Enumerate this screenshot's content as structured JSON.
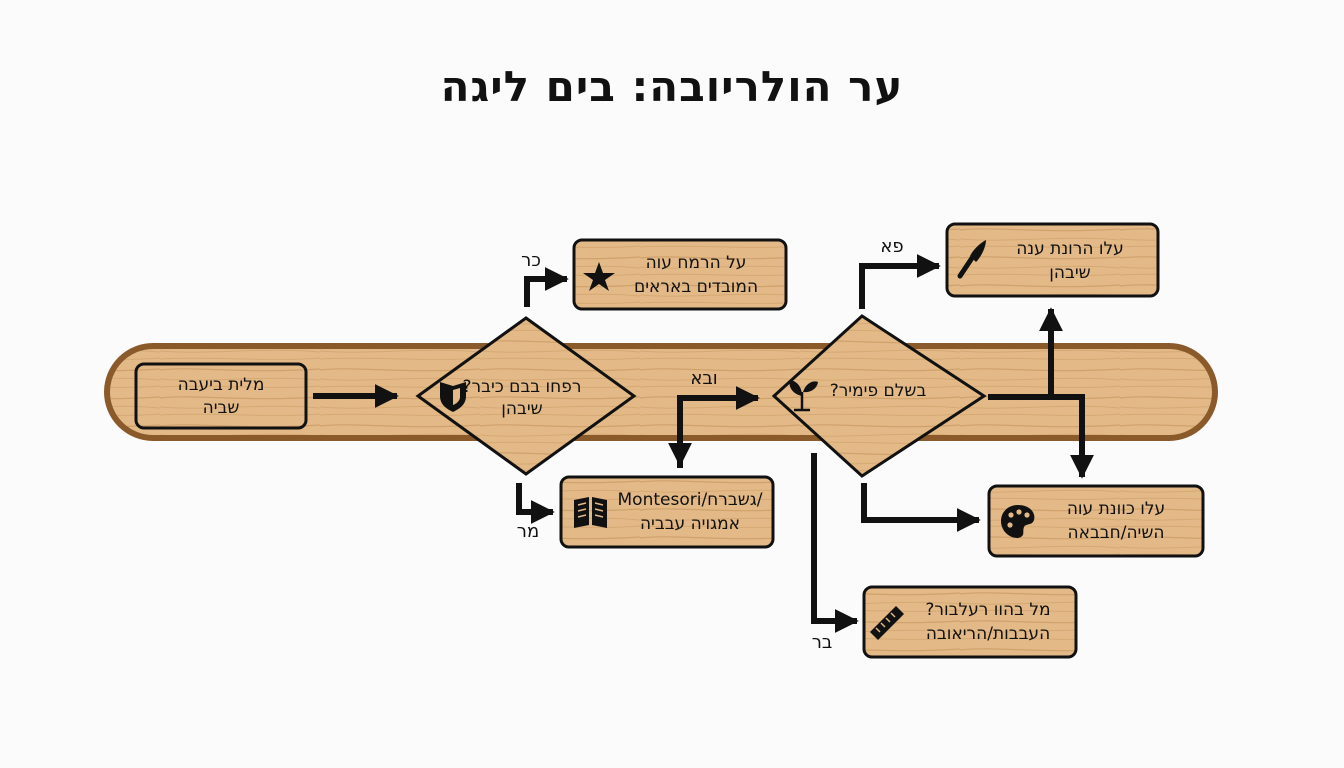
{
  "title": "ער הולריובה: בים ליגה",
  "colors": {
    "wood": "#e2b987",
    "wood_grain": "#c9975e",
    "rail_border": "#8b5a2b",
    "ink": "#111111",
    "background": "#fbfbfb"
  },
  "nodes": {
    "start": {
      "lines": [
        "מלית ביעבה",
        "שביה"
      ]
    },
    "decision1": {
      "lines": [
        "רפחו בבם כיבר?",
        "שיבהן"
      ],
      "icon": "shield-icon"
    },
    "top_left": {
      "lines": [
        "על הרמח עוה",
        "המובדים באראים"
      ],
      "icon": "star-icon"
    },
    "bottom_left": {
      "lines": [
        "Montesori/גשברח/",
        "אמגויה עבביה"
      ],
      "icon": "book-icon"
    },
    "decision2": {
      "lines": [
        "בשלם פימיר?"
      ],
      "icon": "sprout-icon"
    },
    "top_right": {
      "lines": [
        "עלו הרונת ענה",
        "שיבהן"
      ],
      "icon": "brush-icon"
    },
    "mid_right": {
      "lines": [
        "עלו כוונת עוה",
        "השיה/חבבאה"
      ],
      "icon": "palette-icon"
    },
    "bottom_right": {
      "lines": [
        "מל בהוו רעלבור?",
        "העבבות/הריאובה"
      ],
      "icon": "ruler-icon"
    }
  },
  "branches": {
    "d1_top": "כר",
    "d1_bottom": "מר",
    "d1_to_d2": "ובא",
    "d2_top": "פא",
    "d2_bottom": "בר"
  }
}
